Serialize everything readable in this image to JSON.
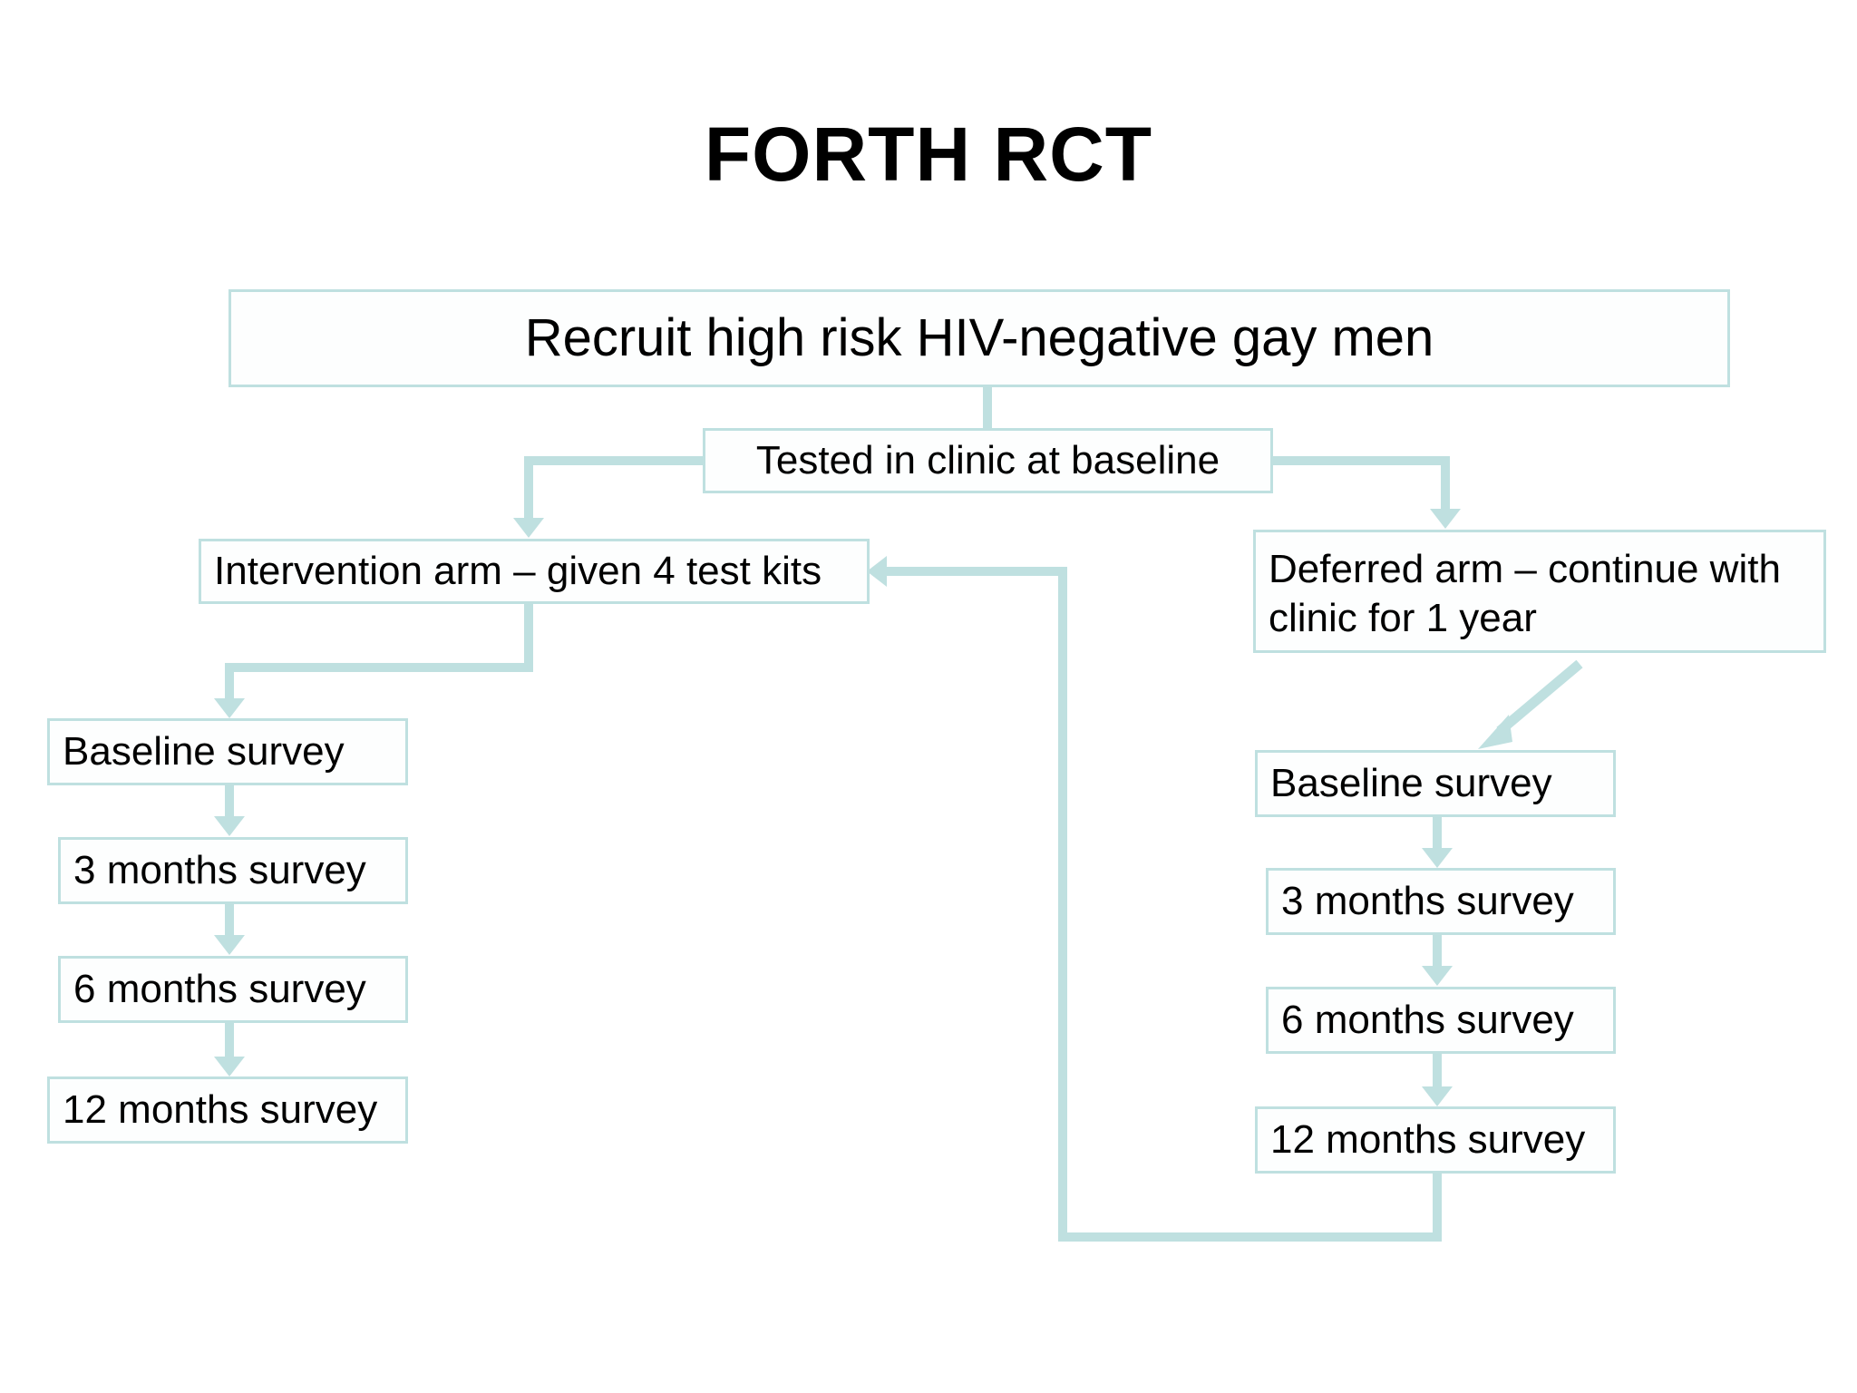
{
  "slide": {
    "title": "FORTH RCT",
    "background_color": "#ffffff",
    "connector_color": "#bfe0e0",
    "box_border_color": "#bfe0e0",
    "text_color": "#000000"
  },
  "flow": {
    "recruit": "Recruit high risk HIV-negative gay men",
    "tested": "Tested in clinic at baseline",
    "intervention_arm": "Intervention arm – given 4 test kits",
    "deferred_arm_line1": "Deferred arm – continue with",
    "deferred_arm_line2": "clinic for 1 year",
    "left_arm_surveys": [
      "Baseline survey",
      "3 months survey",
      "6 months survey",
      "12 months survey"
    ],
    "right_arm_surveys": [
      "Baseline survey",
      "3 months survey",
      "6 months survey",
      "12 months survey"
    ]
  }
}
